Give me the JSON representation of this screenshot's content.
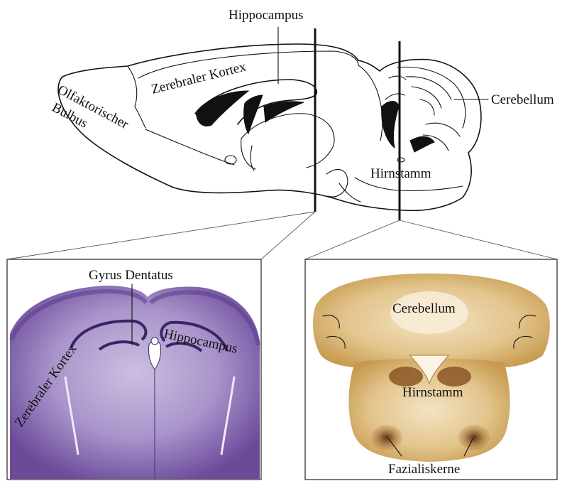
{
  "sagittal": {
    "labels": {
      "hippocampus": "Hippocampus",
      "cortex": "Zerebraler Kortex",
      "olfactory": "Olfaktorischer",
      "olfactory_2": "Bulbus",
      "cerebellum": "Cerebellum",
      "brainstem": "Hirnstamm"
    }
  },
  "panel_left": {
    "stain_color": "#6b4a9a",
    "labels": {
      "dentate": "Gyrus Dentatus",
      "cortex": "Zerebraler Kortex",
      "hippocampus": "Hippocampus"
    }
  },
  "panel_right": {
    "stain_color": "#c79a4f",
    "labels": {
      "cerebellum": "Cerebellum",
      "brainstem": "Hirnstamm",
      "facial": "Fazialiskerne"
    }
  }
}
